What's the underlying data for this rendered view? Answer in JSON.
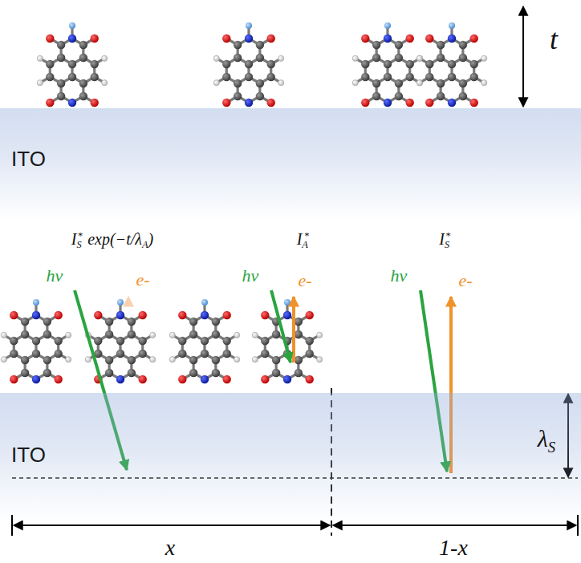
{
  "diagram": {
    "nodes": [
      {
        "text": [
          "ITO"
        ]
      },
      {
        "text": [
          "ITO"
        ]
      }
    ],
    "labels": [
      "t",
      "IS* exp(−t/λA)",
      "IA*",
      "IS*",
      "hν",
      "e-",
      "hν",
      "e-",
      "hν",
      "e-",
      "λS",
      "x",
      "1-x"
    ]
  }
}
